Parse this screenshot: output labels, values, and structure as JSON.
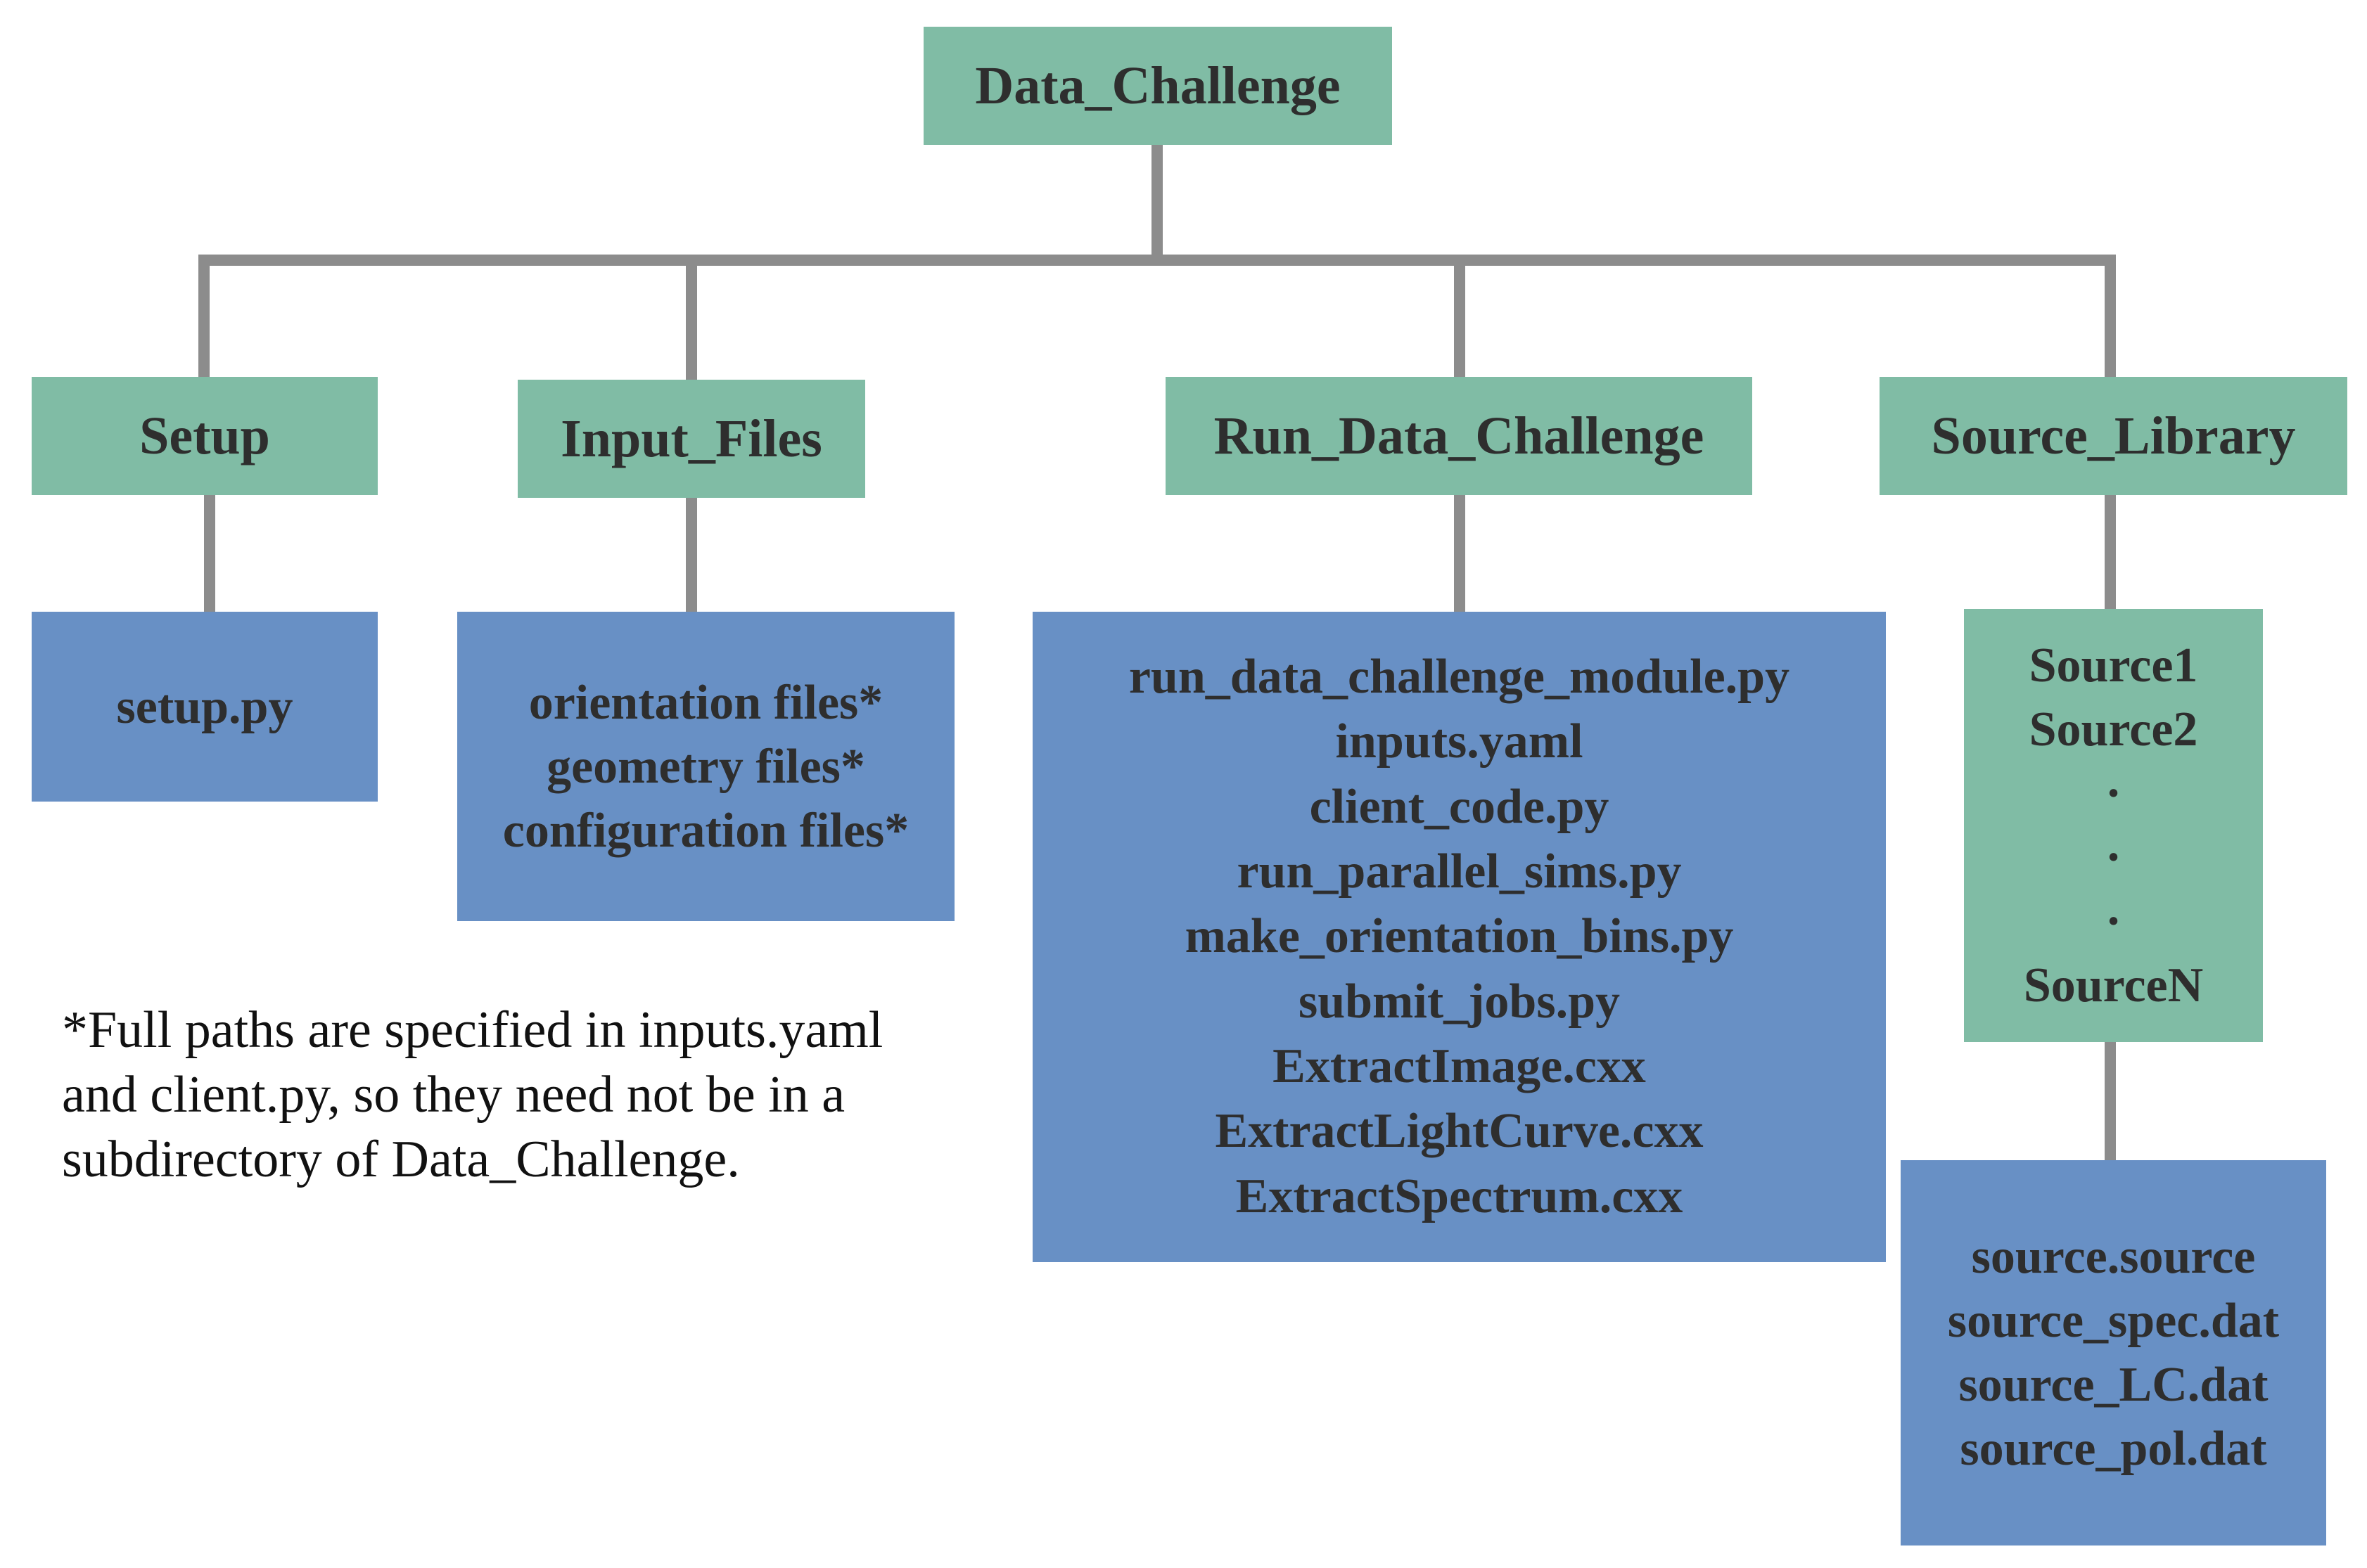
{
  "colors": {
    "header_box": "#80bca5",
    "file_box": "#6890c5",
    "connector": "#8c8c8c",
    "text": "#2e2e2e"
  },
  "root": {
    "label": "Data_Challenge"
  },
  "folders": [
    {
      "label": "Setup",
      "files": [
        "setup.py"
      ]
    },
    {
      "label": "Input_Files",
      "files": [
        "orientation files*",
        "geometry files*",
        "configuration files*"
      ]
    },
    {
      "label": "Run_Data_Challenge",
      "files": [
        "run_data_challenge_module.py",
        "inputs.yaml",
        "client_code.py",
        "run_parallel_sims.py",
        "make_orientation_bins.py",
        "submit_jobs.py",
        "ExtractImage.cxx",
        "ExtractLightCurve.cxx",
        "ExtractSpectrum.cxx"
      ]
    },
    {
      "label": "Source_Library",
      "sources": [
        "Source1",
        "Source2",
        "·",
        "·",
        "·",
        "SourceN"
      ],
      "files": [
        "source.source",
        "source_spec.dat",
        "source_LC.dat",
        "source_pol.dat"
      ]
    }
  ],
  "note": {
    "lines": [
      "*Full paths are specified in inputs.yaml",
      "and client.py, so they need not be in a",
      "subdirectory of Data_Challenge."
    ]
  }
}
